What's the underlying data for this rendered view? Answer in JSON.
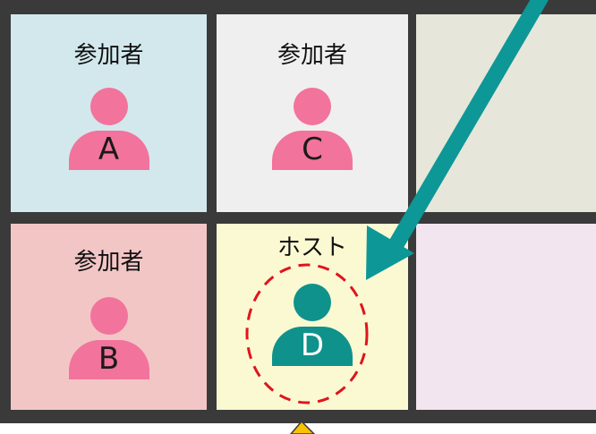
{
  "colors": {
    "frame": "#3a3a3a",
    "tile_a": "#d3e8ec",
    "tile_c": "#efefef",
    "tile_e": "#e7e6da",
    "tile_b": "#f3c6c6",
    "tile_d": "#fbf9d2",
    "tile_f": "#f2e5ef",
    "participant": "#f2739c",
    "host": "#0f928c",
    "arrow": "#0d9797",
    "highlight_ring": "#e0141e",
    "pointer": "#f7c300"
  },
  "tiles": {
    "a": {
      "role": "参加者",
      "letter": "A",
      "icon": "person-icon"
    },
    "c": {
      "role": "参加者",
      "letter": "C",
      "icon": "person-icon"
    },
    "b": {
      "role": "参加者",
      "letter": "B",
      "icon": "person-icon"
    },
    "d": {
      "role": "ホスト",
      "letter": "D",
      "icon": "person-icon"
    }
  },
  "overlay": {
    "arrow_icon": "arrow-icon",
    "ring": "dashed-circle",
    "pointer_icon": "pointer-icon"
  }
}
